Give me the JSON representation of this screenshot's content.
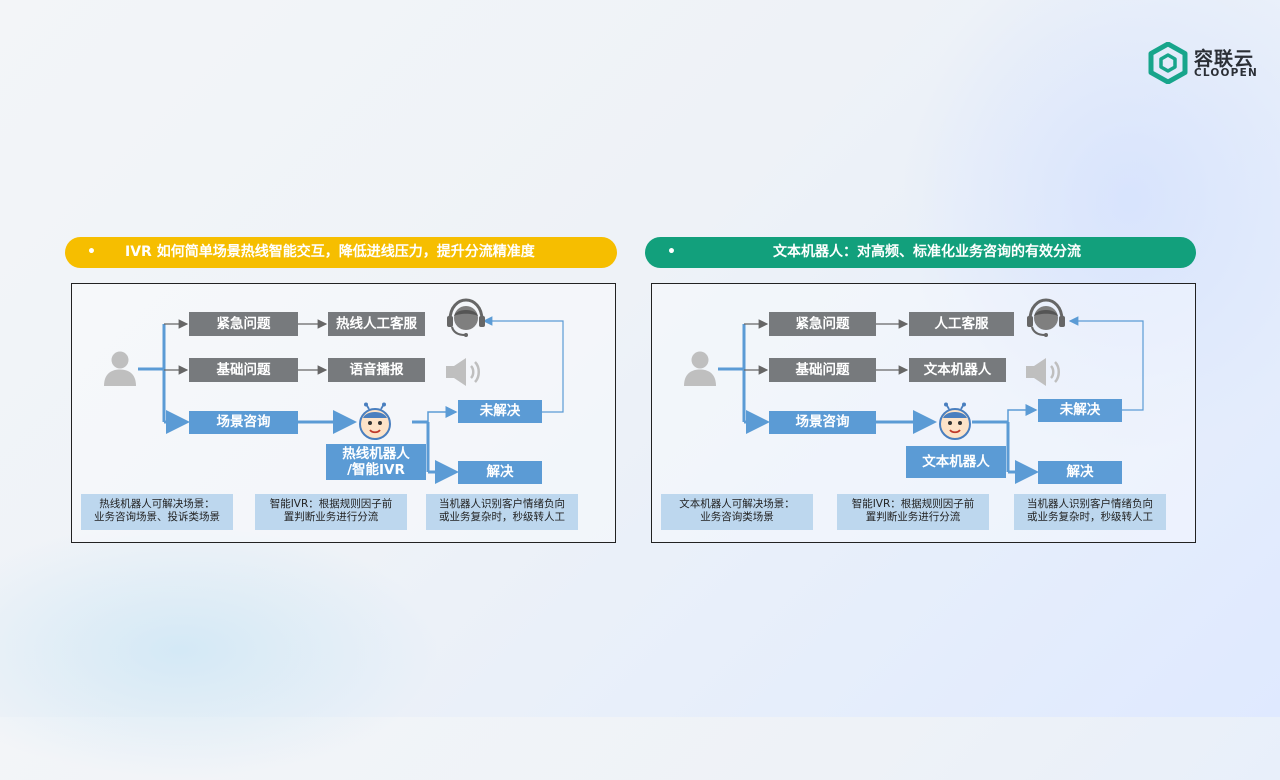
{
  "brand": {
    "name": "容联云",
    "sub": "CLOOPEN",
    "color": "#17a58b"
  },
  "colors": {
    "yellow": "#f6be00",
    "green": "#12a07c",
    "gray_box": "#777a7d",
    "blue_box": "#5b9bd5",
    "note": "#bdd7ee"
  },
  "left": {
    "bullet": "•",
    "title": "IVR 如何简单场景热线智能交互，降低进线压力，提升分流精准度",
    "urgent": "紧急问题",
    "basic": "基础问题",
    "scene": "场景咨询",
    "urgent_target": "热线人工客服",
    "basic_target": "语音播报",
    "robot_line1": "热线机器人",
    "robot_line2": "/智能IVR",
    "unsolved": "未解决",
    "solved": "解决",
    "note1_line1": "热线机器人可解决场景：",
    "note1_line2": "业务咨询场景、投诉类场景",
    "note2_line1": "智能IVR：根据规则因子前",
    "note2_line2": "置判断业务进行分流",
    "note3_line1": "当机器人识别客户情绪负向",
    "note3_line2": "或业务复杂时，秒级转人工"
  },
  "right": {
    "bullet": "•",
    "title": "文本机器人：对高频、标准化业务咨询的有效分流",
    "urgent": "紧急问题",
    "basic": "基础问题",
    "scene": "场景咨询",
    "urgent_target": "人工客服",
    "basic_target": "文本机器人",
    "robot": "文本机器人",
    "unsolved": "未解决",
    "solved": "解决",
    "note1_line1": "文本机器人可解决场景：",
    "note1_line2": "业务咨询类场景",
    "note2_line1": "智能IVR：根据规则因子前",
    "note2_line2": "置判断业务进行分流",
    "note3_line1": "当机器人识别客户情绪负向",
    "note3_line2": "或业务复杂时，秒级转人工"
  },
  "icons": [
    "user-icon",
    "headset-agent-icon",
    "speaker-icon",
    "robot-face-icon"
  ]
}
